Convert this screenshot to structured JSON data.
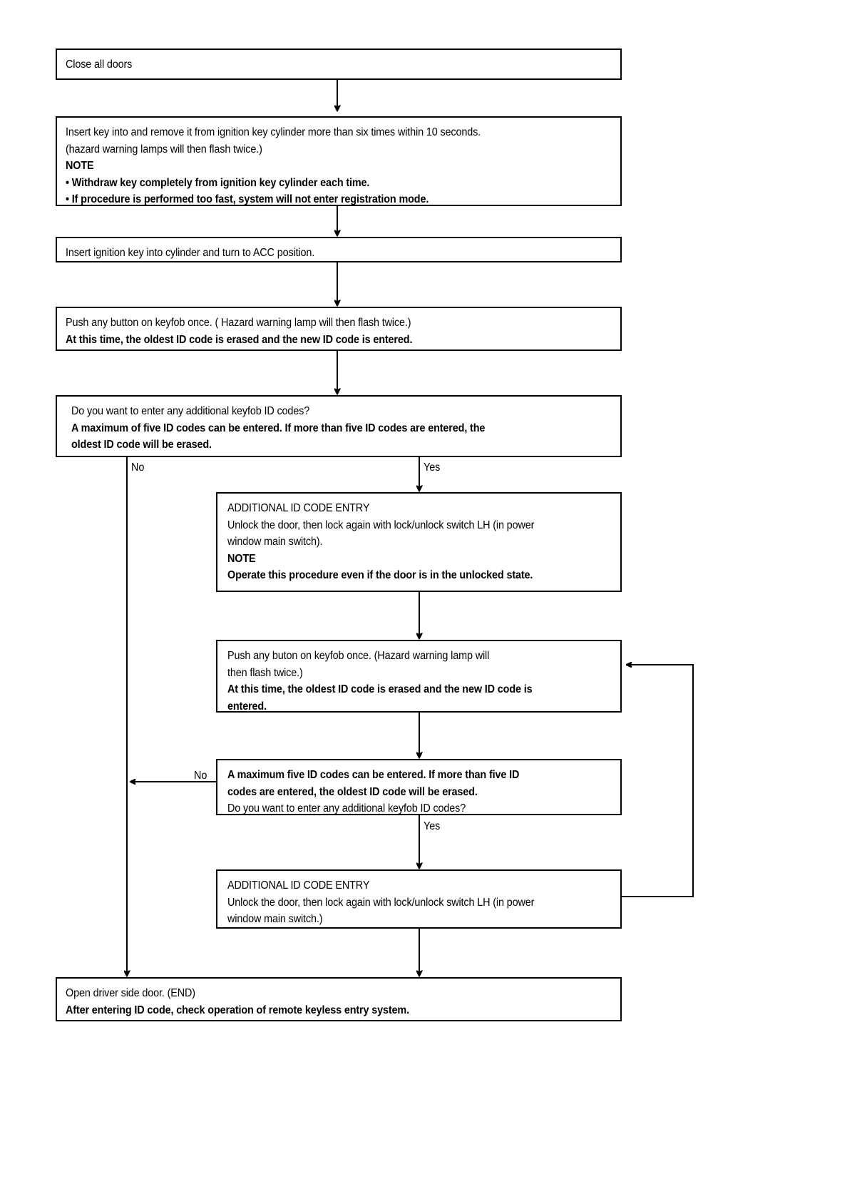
{
  "diagram": {
    "title": "Keyfob ID code registration procedure flowchart",
    "line_color": "#000000",
    "background_color": "#ffffff"
  },
  "nodes": {
    "close_doors": {
      "lines": [
        {
          "text": "Close all doors",
          "bold": false
        }
      ]
    },
    "insert_remove_key": {
      "lines": [
        {
          "text": "Insert key into and remove it from ignition key cylinder more than six times within 10 seconds.",
          "bold": false
        },
        {
          "text": "(hazard warning lamps will then flash twice.)",
          "bold": false
        },
        {
          "text": "NOTE",
          "bold": true
        },
        {
          "text": "• Withdraw key completely from ignition key cylinder each time.",
          "bold": true
        },
        {
          "text": "• If procedure is performed too fast, system will not enter registration mode.",
          "bold": true
        }
      ]
    },
    "turn_acc": {
      "lines": [
        {
          "text": "Insert ignition key into cylinder and turn to ACC position.",
          "bold": false
        }
      ]
    },
    "push_button_first": {
      "lines": [
        {
          "text": "Push any button on keyfob once. ( Hazard warning lamp will then flash twice.)",
          "bold": false
        },
        {
          "text": "At this time, the oldest ID code is erased and the new ID code is entered.",
          "bold": true
        }
      ]
    },
    "decision_first": {
      "lines": [
        {
          "text": "Do you want to enter any additional keyfob ID codes?",
          "bold": false
        },
        {
          "text": "A maximum of five ID codes can be entered. If more than five ID codes are entered, the",
          "bold": true
        },
        {
          "text": "oldest ID code will be erased.",
          "bold": true
        }
      ]
    },
    "additional_entry_first": {
      "lines": [
        {
          "text": "ADDITIONAL ID CODE ENTRY",
          "bold": false
        },
        {
          "text": "Unlock the door, then lock again with lock/unlock switch LH (in power",
          "bold": false
        },
        {
          "text": "window main switch).",
          "bold": false
        },
        {
          "text": "NOTE",
          "bold": true
        },
        {
          "text": "Operate this procedure even if the door is in the unlocked state.",
          "bold": true
        }
      ]
    },
    "push_button_second": {
      "lines": [
        {
          "text": "Push any buton on keyfob once. (Hazard warning lamp will",
          "bold": false
        },
        {
          "text": "then flash twice.)",
          "bold": false
        },
        {
          "text": "At this time, the oldest ID code is erased and the new ID code is",
          "bold": true
        },
        {
          "text": "entered.",
          "bold": true
        }
      ]
    },
    "decision_second": {
      "lines": [
        {
          "text": "A maximum five ID codes can be entered. If more than five ID",
          "bold": true
        },
        {
          "text": "codes are entered, the oldest ID code will be erased.",
          "bold": true
        },
        {
          "text": "Do you want to enter any additional keyfob ID codes?",
          "bold": false
        }
      ]
    },
    "additional_entry_second": {
      "lines": [
        {
          "text": "ADDITIONAL ID CODE ENTRY",
          "bold": false
        },
        {
          "text": "Unlock the door, then lock again with lock/unlock switch LH (in power",
          "bold": false
        },
        {
          "text": "window main switch.)",
          "bold": false
        }
      ]
    },
    "end_box": {
      "lines": [
        {
          "text": "Open driver side door. (END)",
          "bold": false
        },
        {
          "text": "After entering ID code, check operation of remote keyless entry system.",
          "bold": true
        }
      ]
    }
  },
  "edge_labels": {
    "decision1_no": "No",
    "decision1_yes": "Yes",
    "decision2_no": "No",
    "decision2_yes": "Yes"
  }
}
